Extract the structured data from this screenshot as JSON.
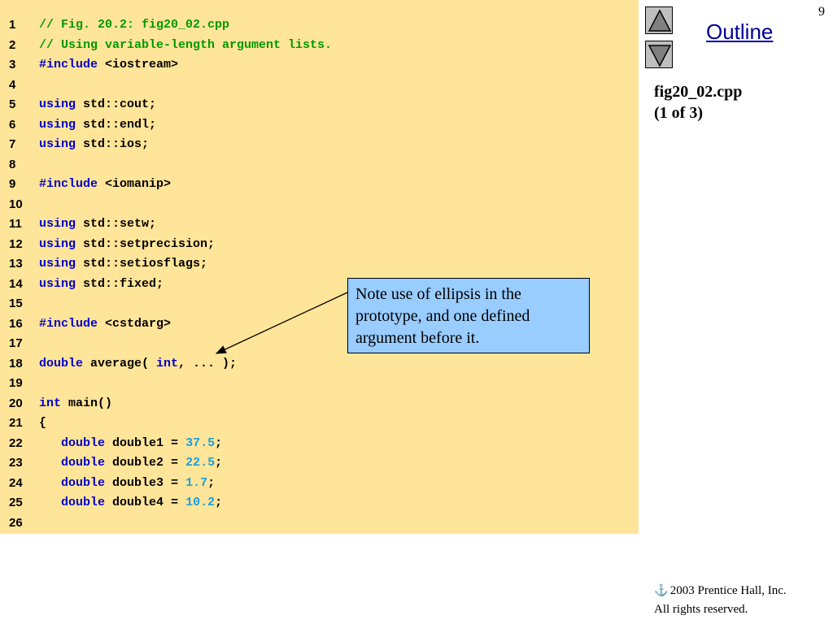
{
  "slide_number": "9",
  "nav": {
    "outline_label": "Outline"
  },
  "file_label": {
    "name": "fig20_02.cpp",
    "part": "(1 of 3)"
  },
  "callout": "Note use of ellipsis in the prototype, and one defined argument before it.",
  "footer": {
    "copyright": "2003 Prentice Hall, Inc.",
    "rights": "All rights reserved."
  },
  "colors": {
    "code_background": "#ffe599",
    "comment": "#009900",
    "keyword": "#0000cc",
    "number": "#1a9fdc",
    "callout_background": "#99ccff",
    "outline_link": "#000099"
  },
  "code_lines": [
    {
      "n": "1",
      "tokens": [
        [
          "comment",
          "// Fig. 20.2: fig20_02.cpp"
        ]
      ]
    },
    {
      "n": "2",
      "tokens": [
        [
          "comment",
          "// Using variable-length argument lists."
        ]
      ]
    },
    {
      "n": "3",
      "tokens": [
        [
          "kw",
          "#include"
        ],
        [
          "plain",
          " <iostream>"
        ]
      ]
    },
    {
      "n": "4",
      "tokens": []
    },
    {
      "n": "5",
      "tokens": [
        [
          "kw",
          "using"
        ],
        [
          "plain",
          " std::cout;"
        ]
      ]
    },
    {
      "n": "6",
      "tokens": [
        [
          "kw",
          "using"
        ],
        [
          "plain",
          " std::endl;"
        ]
      ]
    },
    {
      "n": "7",
      "tokens": [
        [
          "kw",
          "using"
        ],
        [
          "plain",
          " std::ios;"
        ]
      ]
    },
    {
      "n": "8",
      "tokens": []
    },
    {
      "n": "9",
      "tokens": [
        [
          "kw",
          "#include"
        ],
        [
          "plain",
          " <iomanip>"
        ]
      ]
    },
    {
      "n": "10",
      "tokens": []
    },
    {
      "n": "11",
      "tokens": [
        [
          "kw",
          "using"
        ],
        [
          "plain",
          " std::setw;"
        ]
      ]
    },
    {
      "n": "12",
      "tokens": [
        [
          "kw",
          "using"
        ],
        [
          "plain",
          " std::setprecision;"
        ]
      ]
    },
    {
      "n": "13",
      "tokens": [
        [
          "kw",
          "using"
        ],
        [
          "plain",
          " std::setiosflags;"
        ]
      ]
    },
    {
      "n": "14",
      "tokens": [
        [
          "kw",
          "using"
        ],
        [
          "plain",
          " std::fixed;"
        ]
      ]
    },
    {
      "n": "15",
      "tokens": []
    },
    {
      "n": "16",
      "tokens": [
        [
          "kw",
          "#include"
        ],
        [
          "plain",
          " <cstdarg>"
        ]
      ]
    },
    {
      "n": "17",
      "tokens": []
    },
    {
      "n": "18",
      "tokens": [
        [
          "kw",
          "double"
        ],
        [
          "plain",
          " average( "
        ],
        [
          "kw",
          "int"
        ],
        [
          "plain",
          ", ... );"
        ]
      ]
    },
    {
      "n": "19",
      "tokens": []
    },
    {
      "n": "20",
      "tokens": [
        [
          "kw",
          "int"
        ],
        [
          "plain",
          " main()"
        ]
      ]
    },
    {
      "n": "21",
      "tokens": [
        [
          "plain",
          "{"
        ]
      ]
    },
    {
      "n": "22",
      "tokens": [
        [
          "plain",
          "   "
        ],
        [
          "kw",
          "double"
        ],
        [
          "plain",
          " double1 = "
        ],
        [
          "num",
          "37.5"
        ],
        [
          "plain",
          ";"
        ]
      ]
    },
    {
      "n": "23",
      "tokens": [
        [
          "plain",
          "   "
        ],
        [
          "kw",
          "double"
        ],
        [
          "plain",
          " double2 = "
        ],
        [
          "num",
          "22.5"
        ],
        [
          "plain",
          ";"
        ]
      ]
    },
    {
      "n": "24",
      "tokens": [
        [
          "plain",
          "   "
        ],
        [
          "kw",
          "double"
        ],
        [
          "plain",
          " double3 = "
        ],
        [
          "num",
          "1.7"
        ],
        [
          "plain",
          ";"
        ]
      ]
    },
    {
      "n": "25",
      "tokens": [
        [
          "plain",
          "   "
        ],
        [
          "kw",
          "double"
        ],
        [
          "plain",
          " double4 = "
        ],
        [
          "num",
          "10.2"
        ],
        [
          "plain",
          ";"
        ]
      ]
    },
    {
      "n": "26",
      "tokens": []
    }
  ]
}
